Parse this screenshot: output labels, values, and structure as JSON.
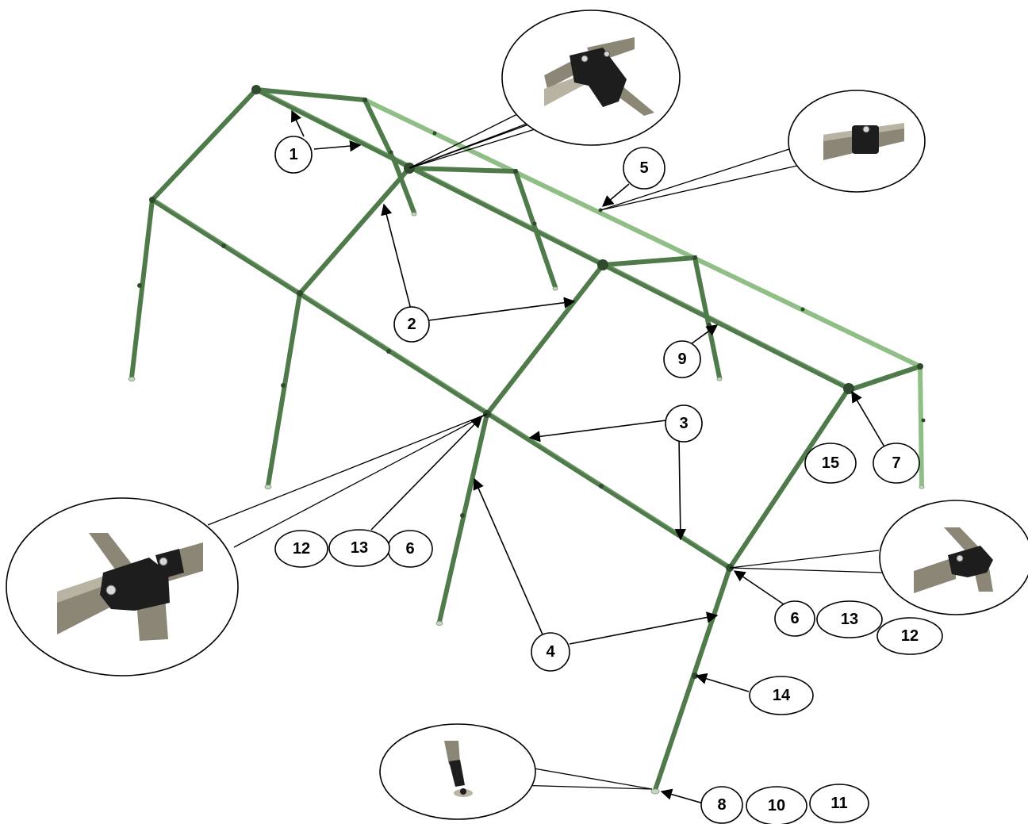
{
  "labels": {
    "l1": "1",
    "l2": "2",
    "l3": "3",
    "l4": "4",
    "l5": "5",
    "l6a": "6",
    "l6b": "6",
    "l7": "7",
    "l8": "8",
    "l9": "9",
    "l10": "10",
    "l11": "11",
    "l12a": "12",
    "l12b": "12",
    "l13a": "13",
    "l13b": "13",
    "l14": "14",
    "l15": "15"
  },
  "colors": {
    "frame_tube": "#4f7a4a",
    "frame_tube_far": "#8fbf86",
    "connector": "#1d1d1d",
    "detail_tube": "#8c8676"
  },
  "callout_icons": [
    "ridge-connector-detail-icon",
    "inline-connector-detail-icon",
    "corner-connector-detail-icon",
    "eave-connector-detail-icon",
    "base-plate-detail-icon"
  ]
}
